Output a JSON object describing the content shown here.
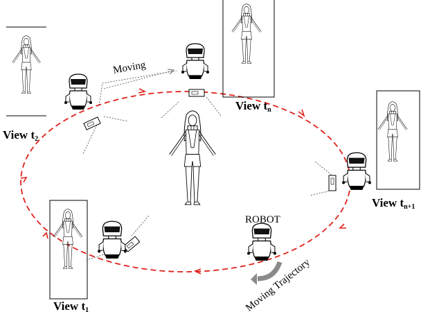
{
  "labels": {
    "moving": "Moving",
    "robot": "ROBOT",
    "moving_trajectory": "Moving Trajectory",
    "view_prefix": "View t",
    "view_t2_sub": "2",
    "view_tn_sub": "n",
    "view_tn1_sub": "n+1",
    "view_t1_sub": "1"
  },
  "colors": {
    "trajectory": "#e0201a",
    "arrow_gray": "#8a8a8a",
    "ink": "#000000"
  },
  "icons": [
    "person-figure",
    "robot-icon",
    "camera-icon",
    "trajectory-arrow-icon"
  ]
}
